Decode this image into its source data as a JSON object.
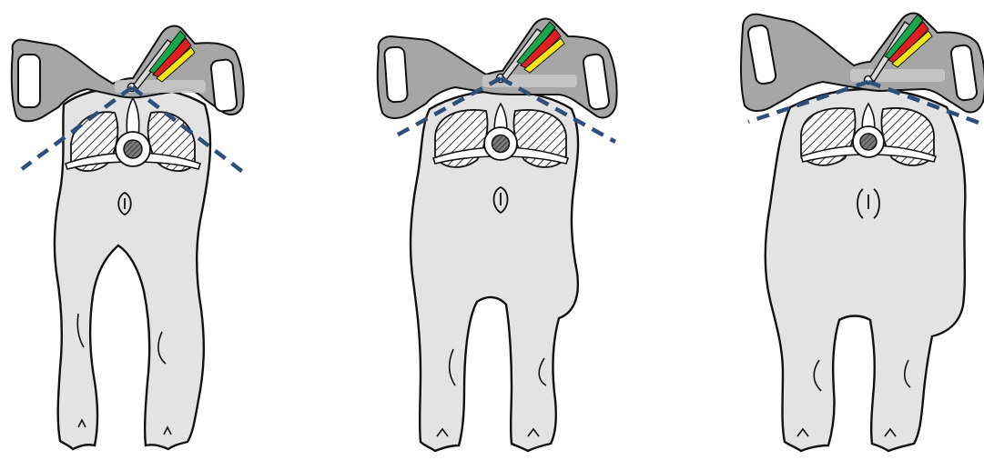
{
  "colors": {
    "background": "#ffffff",
    "body_fill": "#e3e3e3",
    "outline": "#111111",
    "device_fill": "#a6a6a6",
    "device_inner": "#ffffff",
    "slot_fill": "#ffffff",
    "dashed_line": "#2c4f7c",
    "muscle_hatch": "#333333",
    "spine_fill": "#ffffff",
    "vertebra_core": "#555555",
    "band_green": "#1aa64b",
    "band_red": "#e02020",
    "band_yellow": "#f5e614"
  },
  "icons": {
    "device": "scoring-caliper-icon",
    "indicator": "color-band-indicator-icon"
  },
  "panels": [
    {
      "key": "thin"
    },
    {
      "key": "ideal"
    },
    {
      "key": "heavy"
    }
  ]
}
